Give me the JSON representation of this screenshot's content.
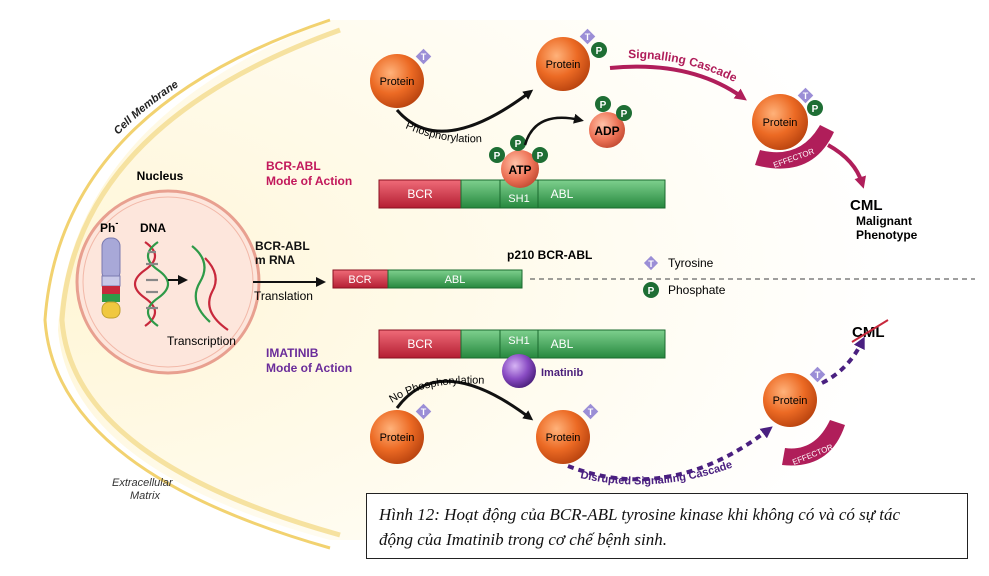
{
  "labels": {
    "cell_membrane": "Cell Membrane",
    "nucleus": "Nucleus",
    "ph": "Ph",
    "ph_sup": "-",
    "dna": "DNA",
    "transcription": "Transcription",
    "extracellular": [
      "Extracellular",
      "Matrix"
    ],
    "mrna": [
      "BCR-ABL",
      "m RNA"
    ],
    "translation": "Translation",
    "bcr_abl_mode": [
      "BCR-ABL",
      "Mode of Action"
    ],
    "imatinib_mode": [
      "IMATINIB",
      "Mode of Action"
    ],
    "p210": "p210 BCR-ABL",
    "protein": "Protein",
    "phosphorylation": "Phosphorylation",
    "no_phosphorylation": "No Phosphorylation",
    "signalling_cascade": "Signalling Cascade",
    "disrupted_cascade": "Disrupted Signalling Cascade",
    "atp": "ATP",
    "adp": "ADP",
    "t": "T",
    "p": "P",
    "effector": "EFFECTOR",
    "cml": "CML",
    "malignant": [
      "Malignant",
      "Phenotype"
    ],
    "bcr": "BCR",
    "abl": "ABL",
    "sh1": "SH1",
    "imatinib": "Imatinib"
  },
  "legend": {
    "tyrosine": "Tyrosine",
    "phosphate": "Phosphate"
  },
  "caption": {
    "line1": "Hình 12: Hoạt động của BCR-ABL tyrosine kinase khi không có và có sự tác",
    "line2": "động của Imatinib trong cơ chế bệnh sinh."
  },
  "colors": {
    "bcr_red": "#c8283c",
    "abl_green": "#2e9a48",
    "protein_orange": "#e8641e",
    "phosphate_green": "#1e6e34",
    "tyrosine_purple": "#9b8ed6",
    "cascade_magenta": "#b01e5a",
    "disrupted_purple": "#5a2a8c",
    "membrane_yellow": "#f2d270"
  }
}
